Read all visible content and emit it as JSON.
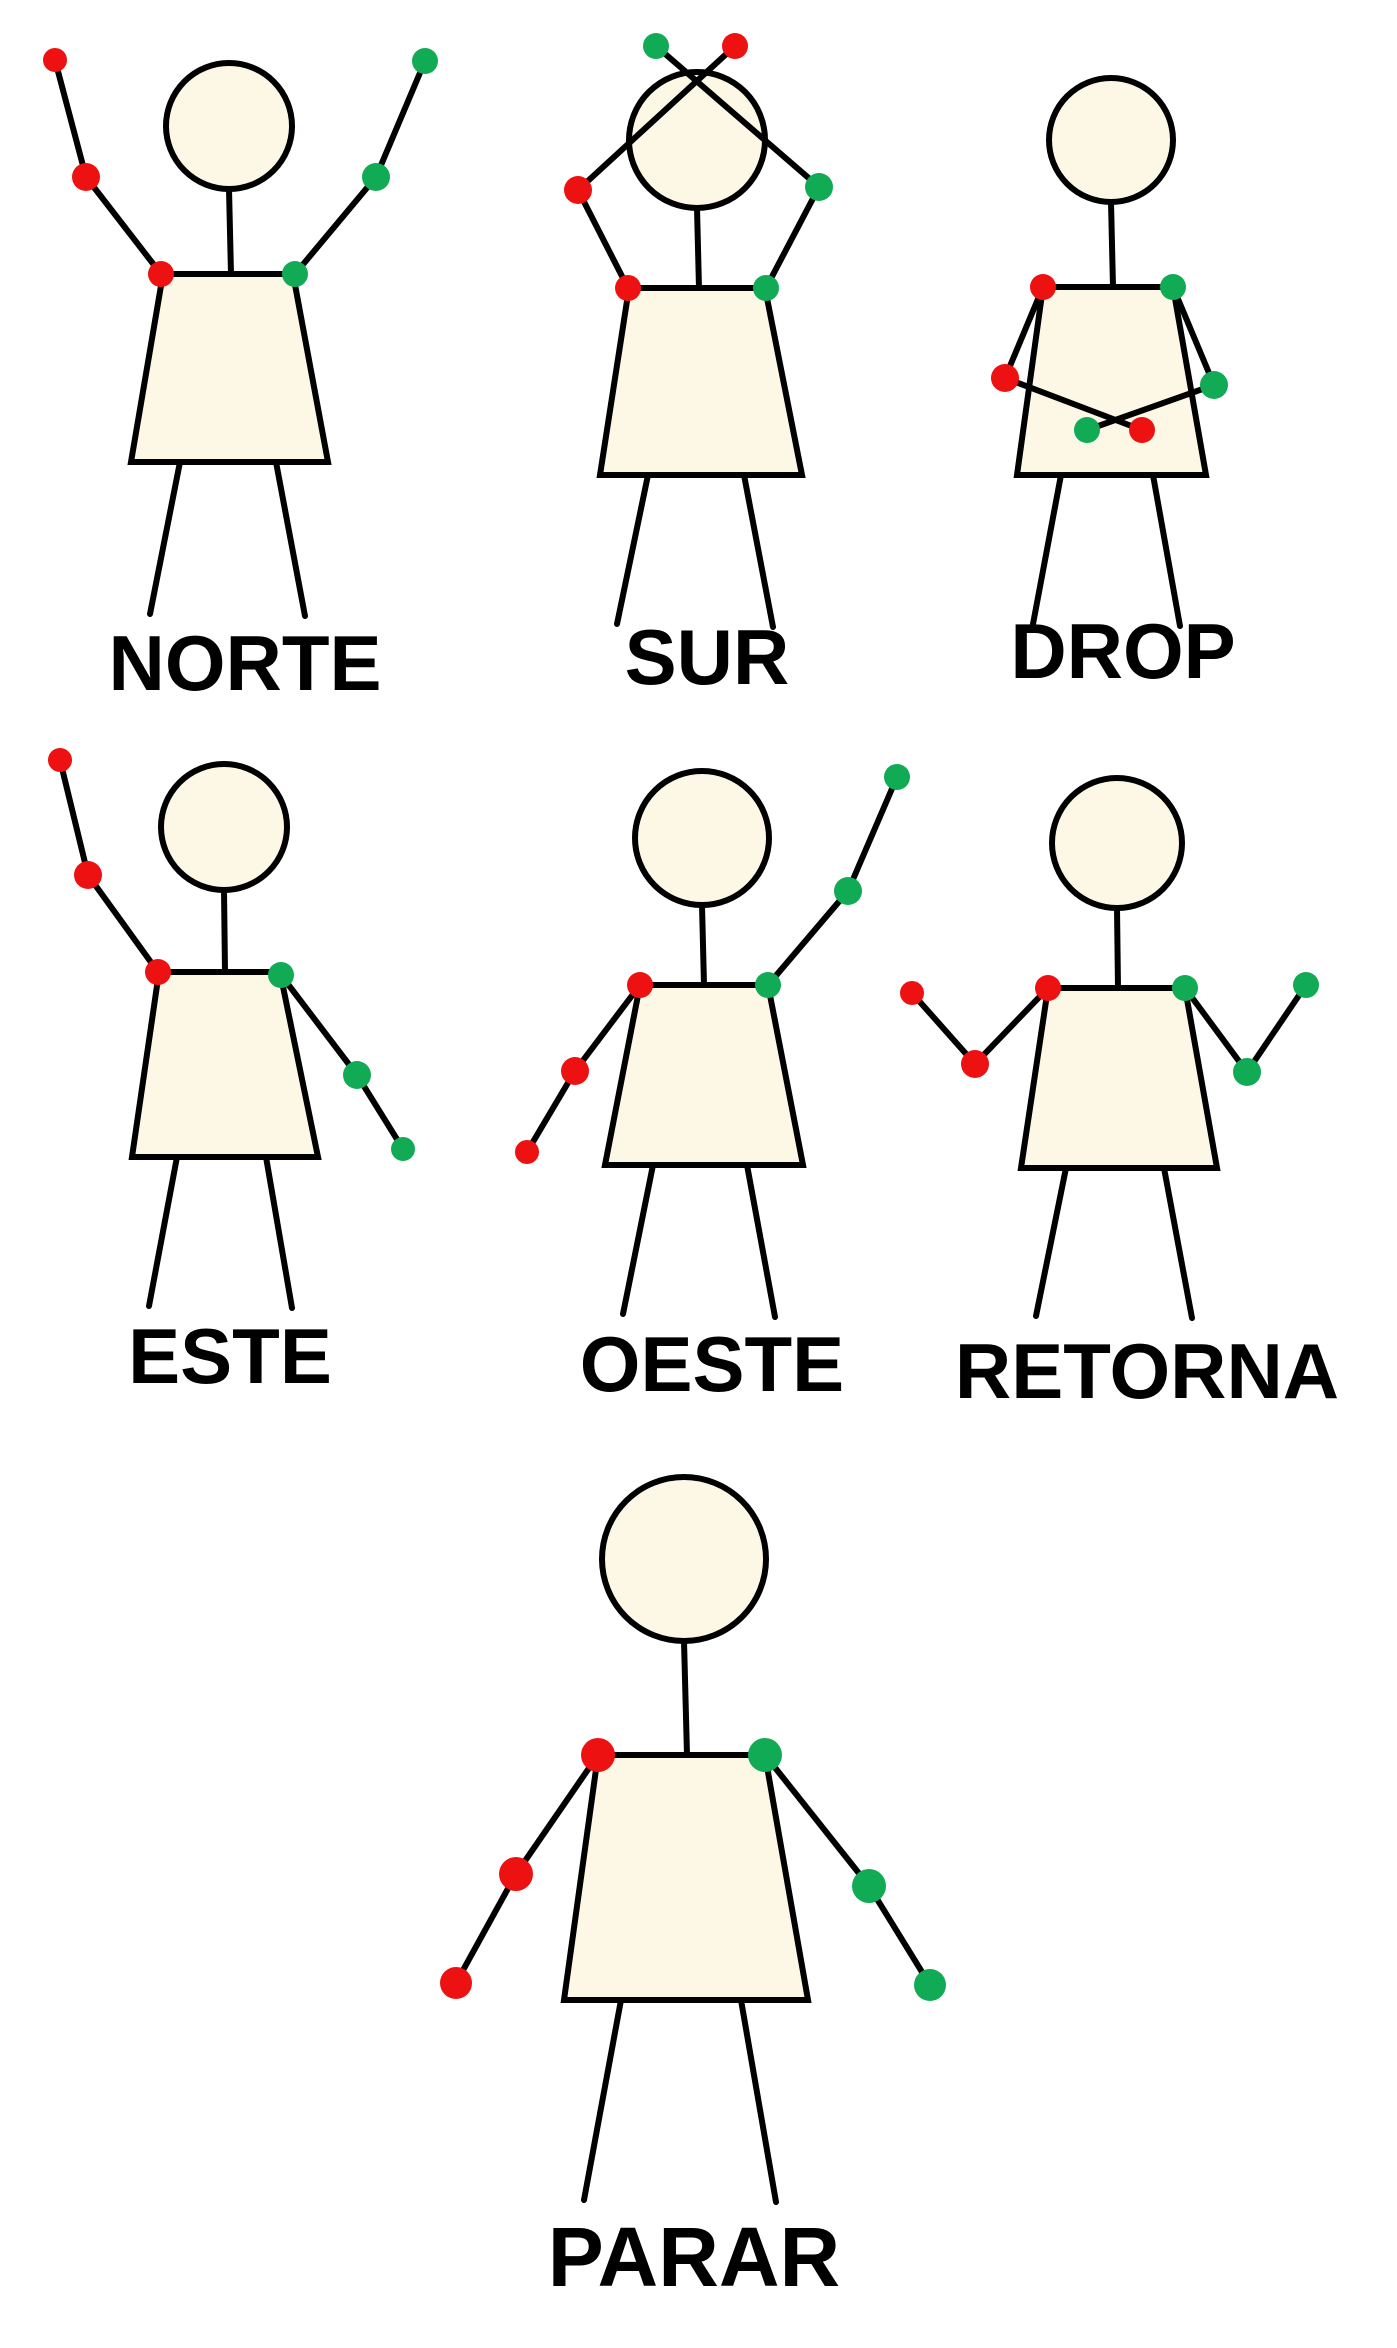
{
  "colors": {
    "fill": "#fdf8e6",
    "outline": "#000000",
    "right_joint": "#ee1111",
    "left_joint": "#11aa55"
  },
  "figures": [
    {
      "key": "norte",
      "label": "NORTE"
    },
    {
      "key": "sur",
      "label": "SUR"
    },
    {
      "key": "drop",
      "label": "DROP"
    },
    {
      "key": "este",
      "label": "ESTE"
    },
    {
      "key": "oeste",
      "label": "OESTE"
    },
    {
      "key": "retorna",
      "label": "RETORNA"
    },
    {
      "key": "parar",
      "label": "PARAR"
    }
  ]
}
